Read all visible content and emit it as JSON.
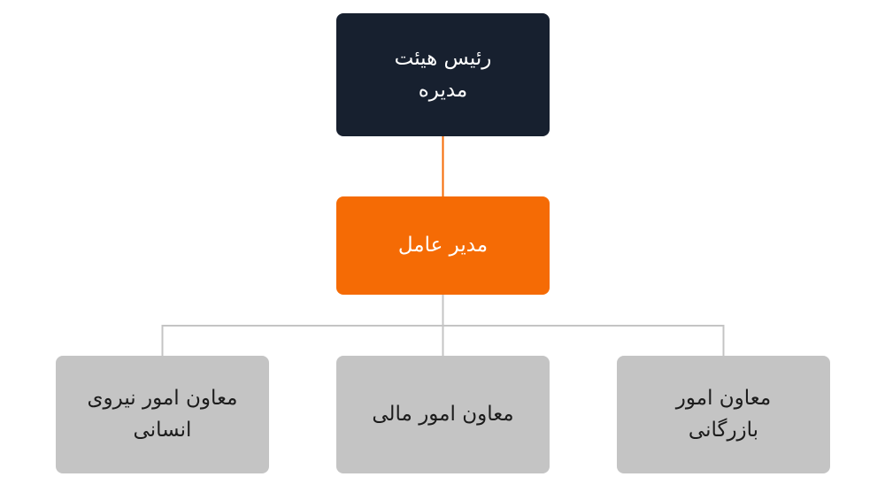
{
  "colors": {
    "chairman_fill": "#17202f",
    "ceo_fill": "#f56b05",
    "deputy_fill": "#c4c4c4",
    "connector_top": "#f56b05",
    "connector_bottom": "#c4c4c4"
  },
  "chart": {
    "root": {
      "label": "رئیس هیئت\nمدیره"
    },
    "ceo": {
      "label": "مدیر عامل"
    },
    "deputies": [
      {
        "label": "معاون امور نیروی\nانسانی"
      },
      {
        "label": "معاون امور مالی"
      },
      {
        "label": "معاون امور\nبازرگانی"
      }
    ]
  }
}
